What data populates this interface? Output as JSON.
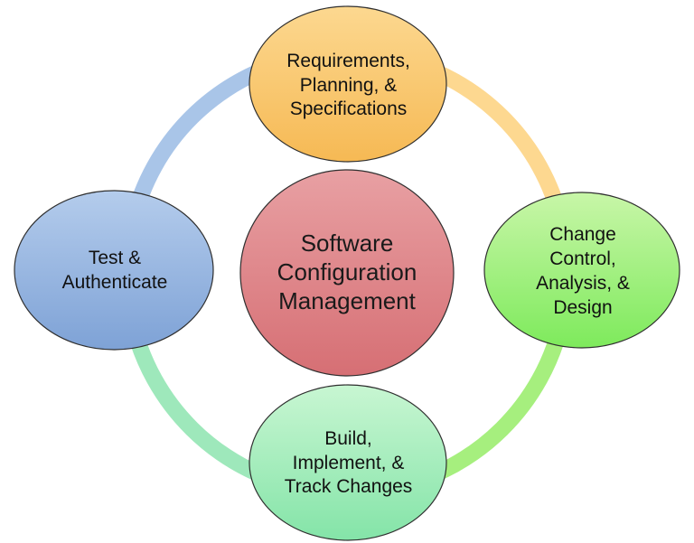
{
  "center": {
    "label": "Software\nConfiguration\nManagement",
    "color_top": "#e8a0a3",
    "color_bottom": "#d66f74"
  },
  "nodes": [
    {
      "id": "requirements",
      "label": "Requirements,\nPlanning, &\nSpecifications",
      "color_top": "#fcd890",
      "color_bottom": "#f6b954"
    },
    {
      "id": "change-control",
      "label": "Change\nControl,\nAnalysis, &\nDesign",
      "color_top": "#c8f6a8",
      "color_bottom": "#7eea5c"
    },
    {
      "id": "build",
      "label": "Build,\nImplement, &\nTrack Changes",
      "color_top": "#c8f6d2",
      "color_bottom": "#84e4a8"
    },
    {
      "id": "test",
      "label": "Test &\nAuthenticate",
      "color_top": "#b4ccec",
      "color_bottom": "#7ea2d6"
    }
  ],
  "ring": {
    "arc_top_left": "#a9c5e8",
    "arc_top_right": "#fdd890",
    "arc_bottom_right": "#a6ef7e",
    "arc_bottom_left": "#9ee8bb"
  }
}
